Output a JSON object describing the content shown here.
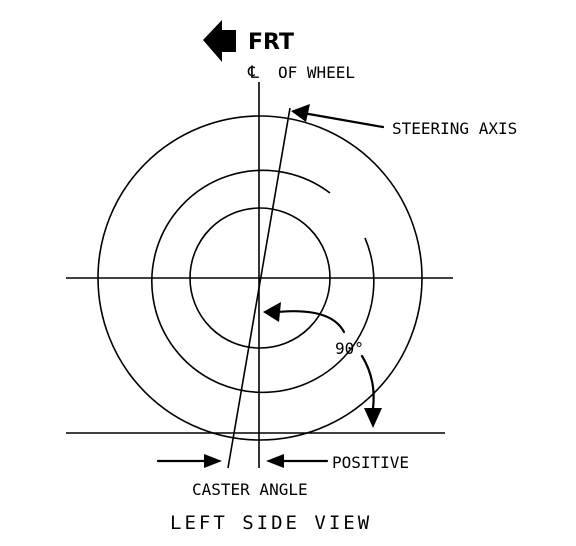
{
  "labels": {
    "front": "FRT",
    "centerline_symbol": "℄",
    "centerline_text": "OF WHEEL",
    "steering_axis": "STEERING AXIS",
    "angle": "90°",
    "positive": "POSITIVE",
    "caster_angle": "CASTER ANGLE",
    "view_title": "LEFT SIDE VIEW"
  },
  "icons": {
    "front_arrow": "left-arrow-icon"
  }
}
